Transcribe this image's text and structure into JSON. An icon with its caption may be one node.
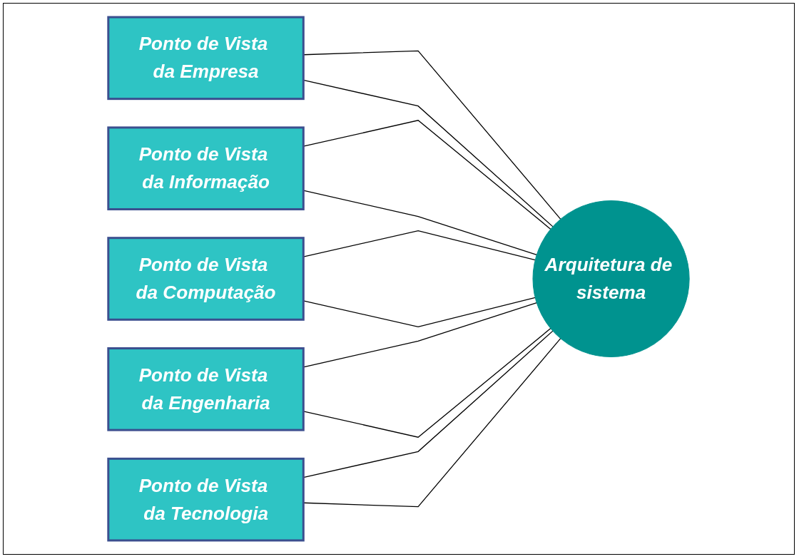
{
  "diagram": {
    "nodes": [
      {
        "text": [
          "Ponto de Vista da Empresa"
        ]
      },
      {
        "text": [
          "Ponto de Vista da Informação"
        ]
      },
      {
        "text": [
          "Ponto de Vista da Computação"
        ]
      },
      {
        "text": [
          "Ponto de Vista da Engenharia"
        ]
      },
      {
        "text": [
          "Ponto de Vista da Tecnologia"
        ]
      },
      {
        "text": [
          "Arquitetura de sistema"
        ]
      }
    ],
    "edges": [
      {
        "from": 0,
        "to": 5,
        "arrow": "none"
      },
      {
        "from": 0,
        "to": 5,
        "arrow": "none"
      },
      {
        "from": 1,
        "to": 5,
        "arrow": "none"
      },
      {
        "from": 1,
        "to": 5,
        "arrow": "none"
      },
      {
        "from": 2,
        "to": 5,
        "arrow": "none"
      },
      {
        "from": 2,
        "to": 5,
        "arrow": "none"
      },
      {
        "from": 3,
        "to": 5,
        "arrow": "none"
      },
      {
        "from": 3,
        "to": 5,
        "arrow": "none"
      },
      {
        "from": 4,
        "to": 5,
        "arrow": "none"
      },
      {
        "from": 4,
        "to": 5,
        "arrow": "none"
      }
    ]
  }
}
